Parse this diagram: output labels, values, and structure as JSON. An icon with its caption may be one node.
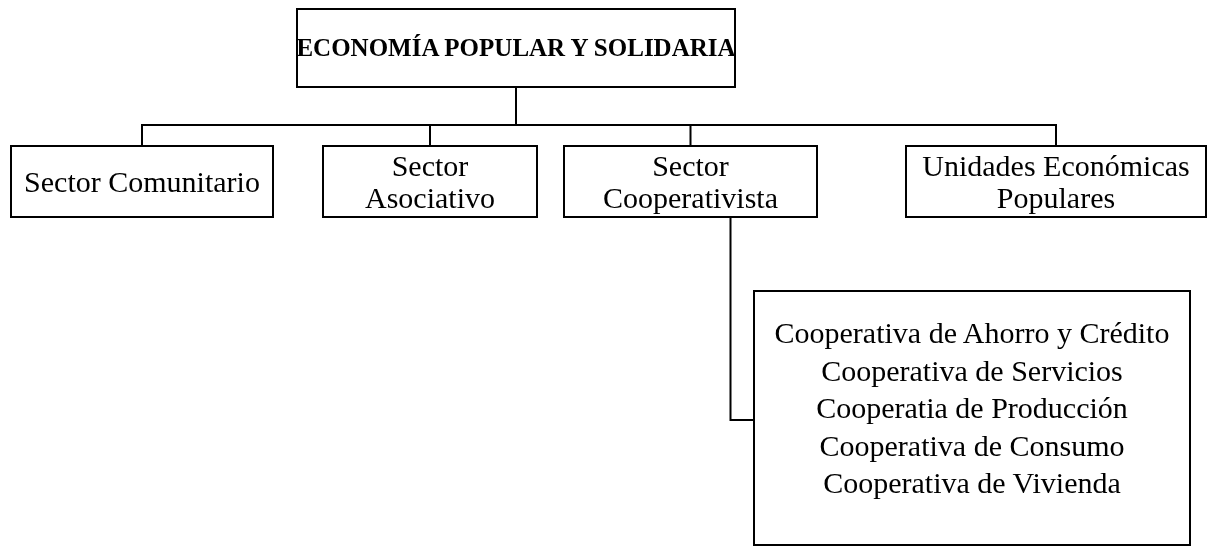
{
  "diagram": {
    "nodes": [
      {
        "text": [
          "ECONOMÍA POPULAR Y SOLIDARIA"
        ]
      },
      {
        "text": [
          "Sector Comunitario"
        ]
      },
      {
        "text": [
          "Sector Asociativo"
        ]
      },
      {
        "text": [
          "Sector Cooperativista"
        ]
      },
      {
        "text": [
          "Unidades Económicas Populares"
        ]
      },
      {
        "text": [
          "Cooperativa de Ahorro y Crédito",
          "Cooperativa de Servicios",
          "Cooperatia de Producción",
          "Cooperativa de Consumo",
          "Cooperativa de Vivienda"
        ]
      }
    ],
    "edges": [
      {
        "from": 0,
        "to": 1,
        "arrow": "none"
      },
      {
        "from": 0,
        "to": 2,
        "arrow": "none"
      },
      {
        "from": 0,
        "to": 3,
        "arrow": "none"
      },
      {
        "from": 0,
        "to": 4,
        "arrow": "none"
      },
      {
        "from": 3,
        "to": 5,
        "arrow": "none"
      }
    ]
  }
}
